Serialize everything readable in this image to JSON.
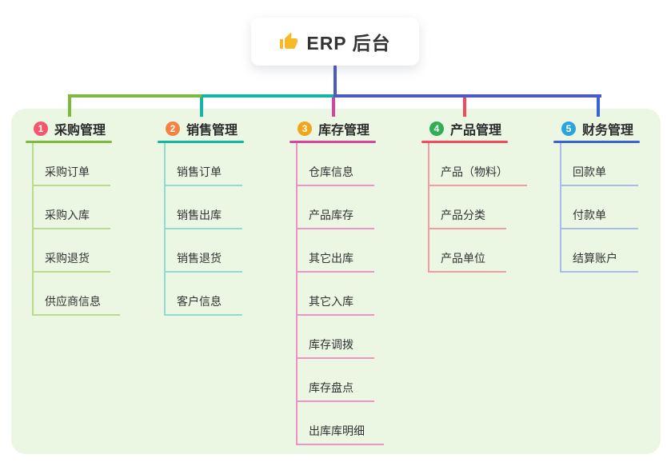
{
  "root": {
    "title": "ERP 后台",
    "icon": "thumbs-up-icon",
    "icon_color": "#f7b928"
  },
  "panel_color": "#ebf6e3",
  "connector": {
    "root_color": "#4a5bc8"
  },
  "branches": [
    {
      "number": "1",
      "label": "采购管理",
      "badge_color": "#f4556f",
      "line_color": "#7cb93e",
      "child_line_color": "#b7dc8e",
      "children": [
        "采购订单",
        "采购入库",
        "采购退货",
        "供应商信息"
      ]
    },
    {
      "number": "2",
      "label": "销售管理",
      "badge_color": "#f5823f",
      "line_color": "#14b5a4",
      "child_line_color": "#8edcd2",
      "children": [
        "销售订单",
        "销售出库",
        "销售退货",
        "客户信息"
      ]
    },
    {
      "number": "3",
      "label": "库存管理",
      "badge_color": "#f2a51d",
      "line_color": "#d8439f",
      "child_line_color": "#ef93c7",
      "children": [
        "仓库信息",
        "产品库存",
        "其它出库",
        "其它入库",
        "库存调拨",
        "库存盘点",
        "出库库明细"
      ]
    },
    {
      "number": "4",
      "label": "产品管理",
      "badge_color": "#2fae53",
      "line_color": "#f2495c",
      "child_line_color": "#f79ba3",
      "children": [
        "产品（物料）",
        "产品分类",
        "产品单位"
      ]
    },
    {
      "number": "5",
      "label": "财务管理",
      "badge_color": "#2ba4dc",
      "line_color": "#3a63d2",
      "child_line_color": "#a4bdea",
      "children": [
        "回款单",
        "付款单",
        "结算账户"
      ]
    }
  ]
}
